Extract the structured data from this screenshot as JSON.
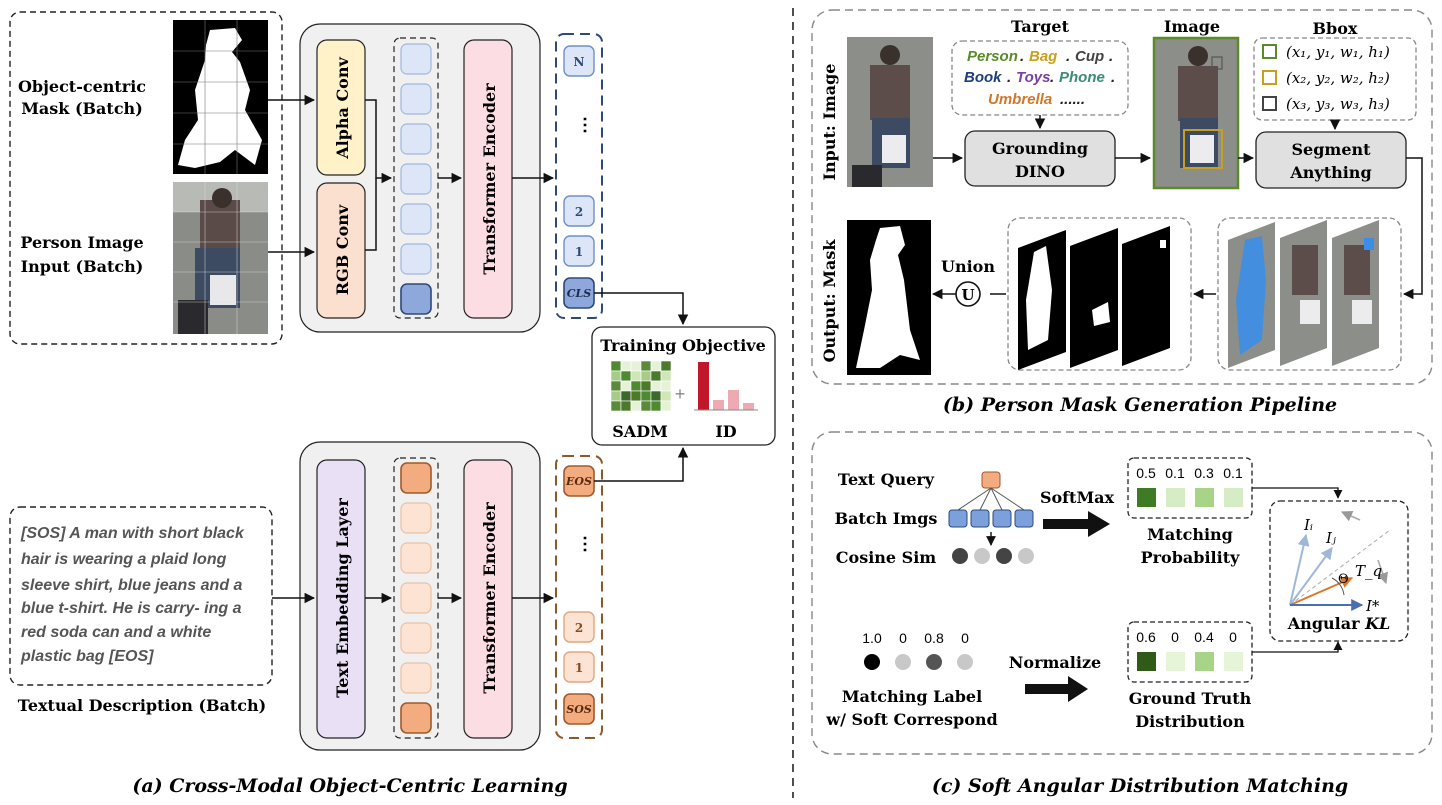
{
  "panel_a": {
    "caption": "(a) Cross-Modal Object-Centric Learning",
    "mask_label_line1": "Object-centric",
    "mask_label_line2": "Mask (Batch)",
    "person_label_line1": "Person Image",
    "person_label_line2": "Input (Batch)",
    "alpha_conv": "Alpha Conv",
    "rgb_conv": "RGB Conv",
    "transformer_encoder_top": "Transformer Encoder",
    "transformer_encoder_bottom": "Transformer Encoder",
    "text_embedding": "Text Embedding Layer",
    "tokens_top": [
      "N",
      "2",
      "1",
      "CLS"
    ],
    "tokens_bottom": [
      "EOS",
      "2",
      "1",
      "SOS"
    ],
    "ellipsis": "⋯",
    "training_objective": "Training Objective",
    "sadm": "SADM",
    "id": "ID",
    "plus": "+",
    "textual_description_label": "Textual Description (Batch)",
    "text_lines": [
      "[SOS] A man with short black",
      "hair is wearing a plaid long",
      "sleeve shirt, blue jeans and a",
      "blue t-shirt. He is carry- ing a",
      "red soda can and a white",
      "plastic bag [EOS]"
    ]
  },
  "panel_b": {
    "caption": "(b) Person Mask Generation Pipeline",
    "input_label": "Input: Image",
    "output_label": "Output: Mask",
    "target": "Target",
    "image": "Image",
    "bbox": "Bbox",
    "target_words": [
      {
        "text": "Person",
        "color": "#5a8a2a"
      },
      {
        "text": "Bag",
        "color": "#c8a020"
      },
      {
        "text": "Cup",
        "color": "#444444"
      },
      {
        "text": "Book",
        "color": "#1f3f7a"
      },
      {
        "text": "Toys",
        "color": "#7a3fa0"
      },
      {
        "text": "Phone",
        "color": "#3a8a7a"
      },
      {
        "text": "Umbrella",
        "color": "#d0782a"
      },
      {
        "text": "......",
        "color": "#222222"
      }
    ],
    "grounding_line1": "Grounding",
    "grounding_line2": "DINO",
    "segment_line1": "Segment",
    "segment_line2": "Anything",
    "bbox_rows": [
      "(x₁, y₁, w₁, h₁)",
      "(x₂, y₂, w₂, h₂)",
      "(x₃, y₃, w₃, h₃)"
    ],
    "bbox_colors": [
      "#5a8a2a",
      "#c8a020",
      "#444444"
    ],
    "union": "Union",
    "union_symbol": "U"
  },
  "panel_c": {
    "caption": "(c) Soft Angular Distribution Matching",
    "text_query": "Text Query",
    "batch_imgs": "Batch Imgs",
    "cosine_sim": "Cosine Sim",
    "softmax": "SoftMax",
    "matching_prob_values": [
      "0.5",
      "0.1",
      "0.3",
      "0.1"
    ],
    "matching_prob_line1": "Matching",
    "matching_prob_line2": "Probability",
    "label_values": [
      "1.0",
      "0",
      "0.8",
      "0"
    ],
    "matching_label_line1": "Matching Label",
    "matching_label_line2": "w/ Soft Correspond",
    "normalize": "Normalize",
    "gt_values": [
      "0.6",
      "0",
      "0.4",
      "0"
    ],
    "gt_line1": "Ground Truth",
    "gt_line2": "Distribution",
    "angular_kl_prefix": "Angular ",
    "angular_kl_suffix": "KL",
    "theta": "Θ",
    "vec_labels": [
      "Iᵢ",
      "Iⱼ",
      "T_q",
      "I*"
    ]
  }
}
